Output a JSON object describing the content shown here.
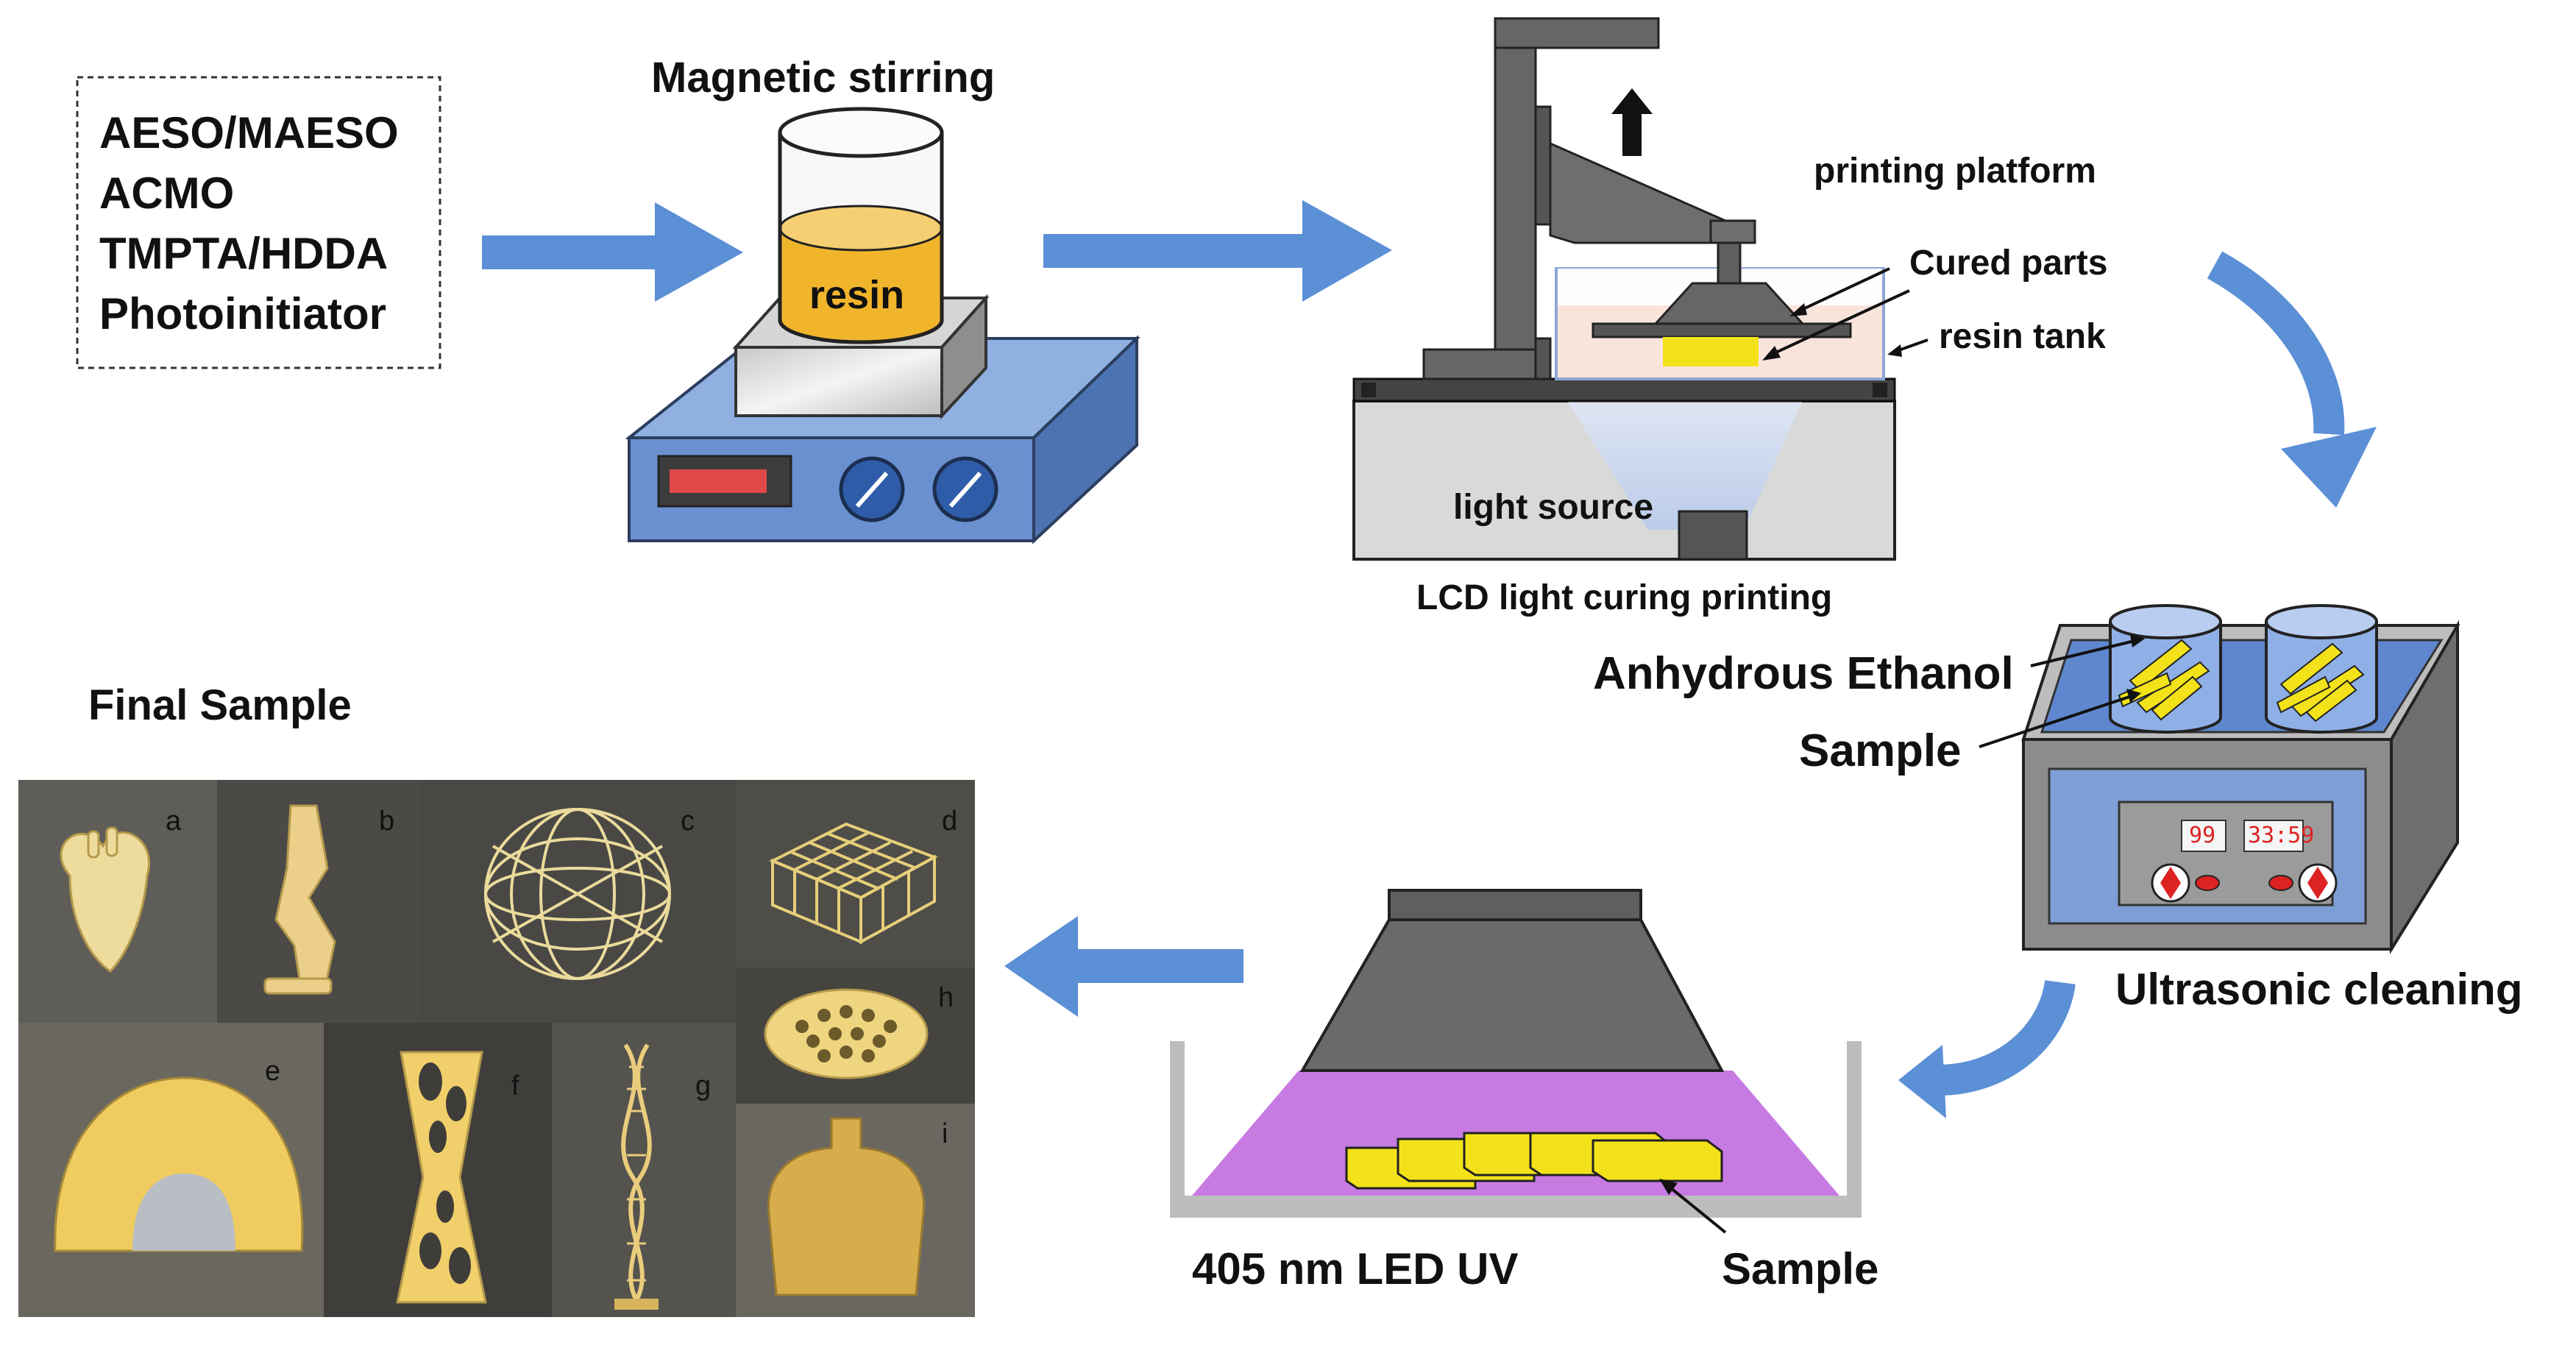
{
  "ingredients": {
    "lines": [
      "AESO/MAESO",
      "ACMO",
      "TMPTA/HDDA",
      "Photoinitiator"
    ]
  },
  "stirring": {
    "title": "Magnetic stirring",
    "resin_label": "resin",
    "display_color": "#e04848",
    "liquid_color": "#f1b52c"
  },
  "printer": {
    "caption": "LCD light curing printing",
    "labels": {
      "platform": "printing platform",
      "cured": "Cured parts",
      "tank": "resin tank",
      "light": "light source"
    }
  },
  "cleaning": {
    "caption": "Ultrasonic cleaning",
    "ethanol": "Anhydrous Ethanol",
    "sample": "Sample",
    "display_left": "99",
    "display_right": "33:59"
  },
  "uv": {
    "caption": "405 nm LED UV",
    "sample": "Sample",
    "uv_color": "#c77be2"
  },
  "final": {
    "title": "Final Sample",
    "panels": [
      "a",
      "b",
      "c",
      "d",
      "e",
      "f",
      "g",
      "h",
      "i"
    ]
  },
  "colors": {
    "arrow": "#5b8fd6",
    "device_blue": "#6a90cf",
    "dark_gray": "#5f5f5f",
    "sample_yellow": "#f3e21a"
  }
}
